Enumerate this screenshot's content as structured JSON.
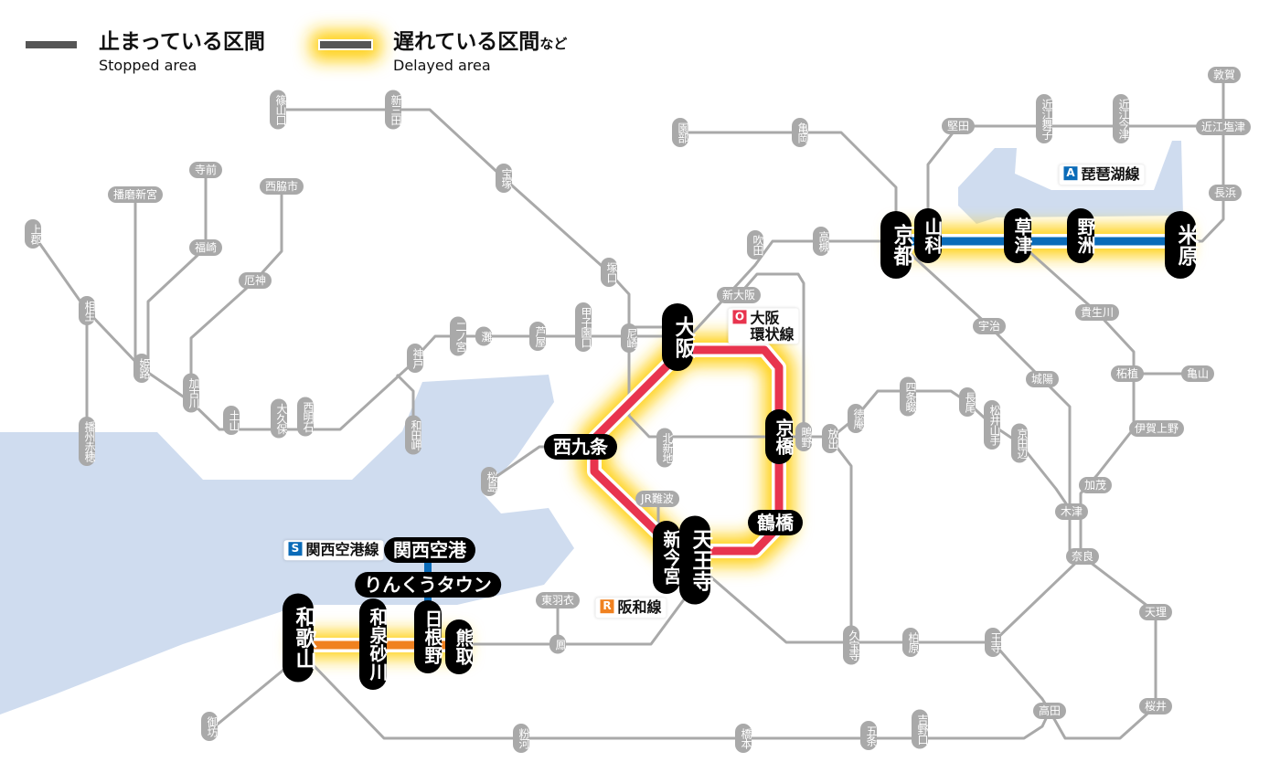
{
  "legend": {
    "stopped": {
      "jp": "止まっている区間",
      "en": "Stopped area"
    },
    "delayed": {
      "jp": "遅れている区間",
      "jp_suffix": "など",
      "en": "Delayed area"
    }
  },
  "colors": {
    "water": "#cfdcef",
    "line": "#a9a9a9",
    "biwako": "#0a6bb8",
    "loop": "#e8344e",
    "hanwa": "#f08120",
    "kansai_airport": "#0a6bb8",
    "glow": "#ffd21a"
  },
  "lines": [
    {
      "badge": "A",
      "name": "琵琶湖線",
      "color": "#0a6bb8"
    },
    {
      "badge": "O",
      "name": "大阪\n環状線",
      "color": "#e8344e"
    },
    {
      "badge": "S",
      "name": "関西空港線",
      "color": "#0a6bb8"
    },
    {
      "badge": "R",
      "name": "阪和線",
      "color": "#f08120"
    }
  ],
  "major_stations": [
    "京都",
    "山科",
    "草津",
    "野洲",
    "米原",
    "大阪",
    "西九条",
    "京橋",
    "鶴橋",
    "新今宮",
    "天王寺",
    "関西空港",
    "りんくうタウン",
    "和歌山",
    "和泉砂川",
    "日根野",
    "熊取"
  ],
  "minor_stations": [
    "篠山口",
    "新三田",
    "宝塚",
    "寺前",
    "播磨新宮",
    "西脇市",
    "上郡",
    "福崎",
    "厄神",
    "相生",
    "姫路",
    "加古川",
    "土山",
    "大久保",
    "西明石",
    "神戸",
    "和田岬",
    "播州赤穂",
    "二ノ宮",
    "灘",
    "芦屋",
    "甲子園口",
    "尼崎",
    "塚口",
    "園部",
    "亀岡",
    "吹田",
    "高槻",
    "新大阪",
    "北新地",
    "鴫野",
    "放出",
    "桜島",
    "JR難波",
    "東羽衣",
    "鳳",
    "御坊",
    "粉河",
    "橋本",
    "五条",
    "吉野口",
    "久宝寺",
    "柏原",
    "王寺",
    "高田",
    "桜井",
    "天理",
    "奈良",
    "木津",
    "加茂",
    "京田辺",
    "松井山手",
    "長尾",
    "四条畷",
    "徳庵",
    "城陽",
    "宇治",
    "貴生川",
    "柘植",
    "亀山",
    "伊賀上野",
    "長浜",
    "敦賀",
    "近江塩津",
    "近江今津",
    "近江舞子",
    "堅田"
  ]
}
